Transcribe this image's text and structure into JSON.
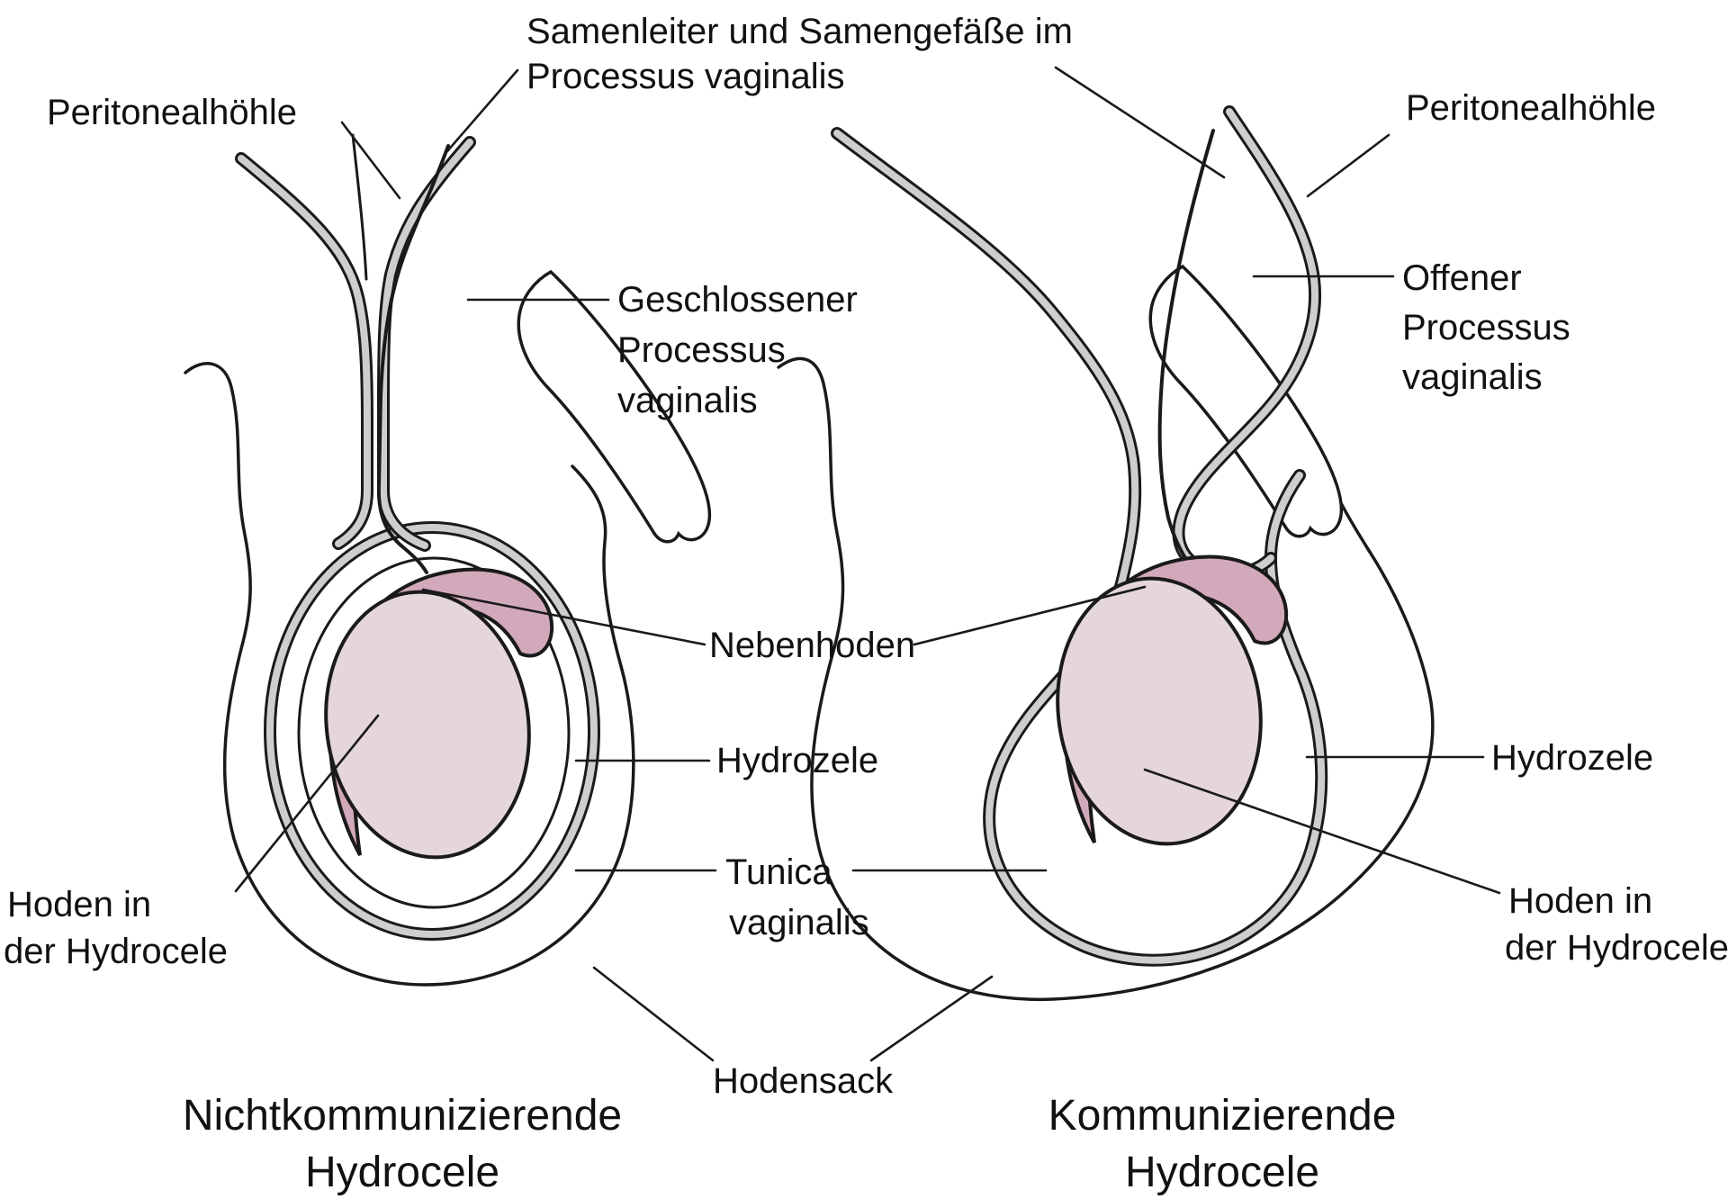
{
  "figure_title": "Hydrocele diagram",
  "colors": {
    "testis": "#e4d6dc",
    "epididymis": "#d2a9ba",
    "membrane": "#cdced0",
    "outline": "#1a1a1a"
  },
  "labels": {
    "samenleiter_1": "Samenleiter und Samengefäße im",
    "samenleiter_2": "Processus vaginalis",
    "peritoneal_left": "Peritonealhöhle",
    "peritoneal_right": "Peritonealhöhle",
    "geschlossener_1": "Geschlossener",
    "geschlossener_2": "Processus",
    "geschlossener_3": "vaginalis",
    "offener_1": "Offener",
    "offener_2": "Processus",
    "offener_3": "vaginalis",
    "nebenhoden": "Nebenhoden",
    "hydrozele_left": "Hydrozele",
    "hydrozele_right": "Hydrozele",
    "tunica_1": "Tunica",
    "tunica_2": "vaginalis",
    "hoden_left_1": "Hoden in",
    "hoden_left_2": "der Hydrocele",
    "hoden_right_1": "Hoden in",
    "hoden_right_2": "der Hydrocele",
    "hodensack": "Hodensack"
  },
  "titles": {
    "left_1": "Nichtkommunizierende",
    "left_2": "Hydrocele",
    "right_1": "Kommunizierende",
    "right_2": "Hydrocele"
  }
}
